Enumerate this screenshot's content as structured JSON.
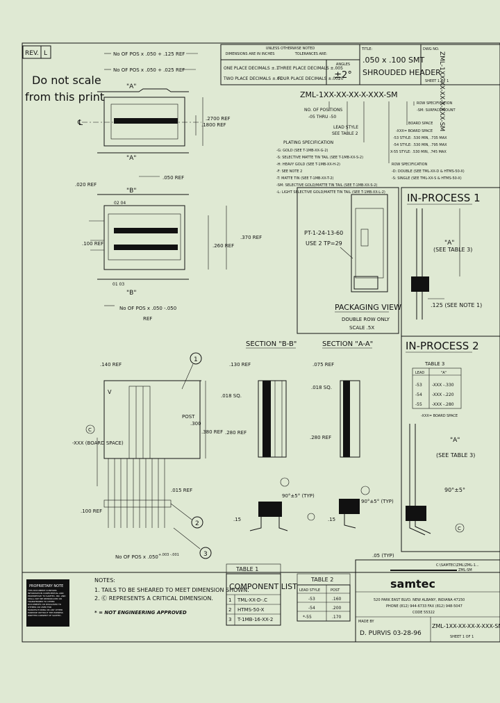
{
  "title_block": {
    "rev_label": "REV.",
    "rev_value": "L",
    "tol_header_1": "UNLESS OTHERWISE NOTED",
    "tol_header_2": "DIMENSIONS ARE IN INCHES",
    "tol_header_3": "TOLERANCES ARE:",
    "angles_label": "ANGLES",
    "angles_value": "±2°",
    "two_place": "TWO PLACE DECIMALS ±.01",
    "one_place": "ONE PLACE DECIMALS ±.1",
    "three_place": "THREE PLACE DECIMALS ±.005",
    "four_place": "FOUR PLACE DECIMALS ±.0020",
    "title_label": "TITLE:",
    "title_line1": ".050 x .100 SMT",
    "title_line2": "SHROUDED HEADER",
    "dwg_label": "DWG NO.",
    "dwg_no": "ZML-1XX-XX-XX-X-XXX-SM",
    "sheet_info": "SHEET 1 OF 1"
  },
  "dont_scale": [
    "Do not scale",
    "from this print"
  ],
  "part_number": {
    "code": "ZML-1XX-XX-XX-X-XXX-SM",
    "no_of_pos_label": "NO. OF POSITIONS",
    "no_of_pos_range": "-05 THRU -50",
    "lead_style_label": "LEAD STYLE",
    "lead_style_ref": "SEE TABLE 2",
    "plating_label": "PLATING SPECIFICATION",
    "plating": [
      "-G: GOLD (SEE T-1MB-XX-G-2)",
      "-S: SELECTIVE MATTE TIN TAIL (SEE T-1MB-XX-S-2)",
      "-H: HEAVY GOLD (SEE T-1MB-XX-H-2)",
      "-F: SEE NOTE 2",
      "-T: MATTE TIN (SEE T-1MB-XX-T-2)",
      "-SM: SELECTIVE GOLD/MATTE TIN TAIL (SEE T-1MB-XX-S-2)",
      "-L: LIGHT SELECTIVE GOLD/MATTE TIN TAIL (SEE T-1MB-XX-L-2)"
    ],
    "row_spec_label": "ROW SPECIFICATION",
    "row_spec": [
      "-D: DOUBLE (SEE TML-XX-D & HTMS-50-X)",
      "-S: SINGLE (SEE TML-XX-S & HTMS-50-X)"
    ],
    "surface_label": "ROW SPECIFICATION",
    "surface_value": "-SM: SURFACE MOUNT",
    "board_space_label": "BOARD SPACE",
    "board_space": [
      "-XXX= BOARD SPACE",
      "-53 STYLE: .530 MIN, .735 MAX",
      "-54 STYLE: .530 MIN, .795 MAX",
      "X-55 STYLE: .530 MIN, .745 MAX"
    ]
  },
  "top_view": {
    "dim_top1": "No OF POS x .050 + .125 REF",
    "dim_top2": "No OF POS x .050 + .025 REF",
    "section_a": "\"A\"",
    "dim_270": ".2700 REF",
    "dim_180": ".1800 REF",
    "cl": "℄"
  },
  "bottom_view": {
    "dim_020": ".020 REF",
    "dim_050": ".050 REF",
    "section_b": "\"B\"",
    "pin_labels_top": "02  04",
    "pin_labels_bot": "01  03",
    "dim_100": ".100 REF",
    "dim_370": ".370 REF",
    "dim_260": ".260 REF",
    "dim_bottom": "No OF POS x .050 -.050",
    "dim_bottom_ref": "REF"
  },
  "packaging": {
    "part": "PT-1-24-13-60",
    "use": "USE 2 TP=29",
    "title": "PACKAGING VIEW",
    "sub1": "DOUBLE ROW ONLY",
    "sub2": "SCALE .5X"
  },
  "in_process_1": {
    "title": "IN-PROCESS 1",
    "dim_a": "\"A\"",
    "see_table": "(SEE TABLE 3)",
    "dim_125": ".125 (SEE NOTE 1)"
  },
  "in_process_2": {
    "title": "IN-PROCESS 2",
    "table3_title": "TABLE 3",
    "table3_headers": [
      "LEAD",
      "\"A\""
    ],
    "table3_rows": [
      [
        "-53",
        "-XXX -.330"
      ],
      [
        "-54",
        "-XXX -.220"
      ],
      [
        "-55",
        "-XXX -.280"
      ]
    ],
    "table3_note": "-XXX= BOARD SPACE",
    "dim_a": "\"A\"",
    "see_table": "(SEE TABLE 3)",
    "angle": "90°±5°"
  },
  "side_view": {
    "dim_140": ".140 REF",
    "dim_v": "V",
    "dim_post": "POST",
    "dim_300": ".300",
    "dim_380": ".380 REF",
    "dim_015": ".015 REF",
    "dim_100": ".100 REF",
    "board_space": "-XXX (BOARD SPACE)",
    "dim_bottom": "No OF POS x .050",
    "dim_tol": "+.003 -.001",
    "balloons": [
      "1",
      "2",
      "3"
    ],
    "crit": "C"
  },
  "section_bb": {
    "title": "SECTION \"B-B\"",
    "dim_130": ".130 REF",
    "dim_018": ".018 SQ.",
    "dim_280": ".280 REF",
    "dim_15": ".15",
    "angle": "90°±5° (TYP)"
  },
  "section_aa": {
    "title": "SECTION \"A-A\"",
    "dim_075": ".075 REF",
    "dim_018": ".018 SQ.",
    "dim_280": ".280 REF",
    "dim_15": ".15",
    "angle": "90°±5° (TYP)",
    "dim_05": ".05 (TYP)"
  },
  "proprietary": {
    "title": "PROPRIETARY NOTE",
    "body": "THIS DOCUMENT CONTAINS INFORMATION CONFIDENTIAL AND PROPRIETARY TO SAMTEC, INC. AND SHALL NOT BE REPRODUCED OR TRANSFERRED TO OTHER DOCUMENTS OR DISCLOSED TO OTHERS OR USED FOR MANUFACTURING OR ANY OTHER PURPOSE WITHOUT THE EXPRESS WRITTEN CONSENT OF SAMTEC."
  },
  "notes": {
    "title": "NOTES:",
    "n1": "1. TAILS TO BE SHEARED TO MEET DIMENSION SHOWN.",
    "n2": "2. Ⓒ REPRESENTS A CRITICAL DIMENSION.",
    "not_eng": "* = NOT ENGINEERING APPROVED"
  },
  "table1": {
    "title": "TABLE 1",
    "header": "COMPONENT LIST",
    "rows": [
      [
        "1",
        "TML-XX-D-.C"
      ],
      [
        "2",
        "HTMS-50-X"
      ],
      [
        "3",
        "T-1MB-16-XX-2"
      ]
    ]
  },
  "table2": {
    "title": "TABLE 2",
    "headers": [
      "LEAD STYLE",
      "POST"
    ],
    "rows": [
      [
        "-53",
        ".160"
      ],
      [
        "-54",
        ".200"
      ],
      [
        "*-55",
        ".170"
      ]
    ]
  },
  "company": {
    "logo": "samtec",
    "file_path": "C:\\SAMTEC\\ZML\\ZML-1...",
    "sub_path": "ZML-SM",
    "address": "520 PARK EAST BLVD.   NEW ALBANY, INDIANA 47150",
    "phone": "PHONE (812) 944-6733  FAX (812) 948-5047",
    "code": "CODE 55322",
    "made_by_label": "MADE BY",
    "made_by": "D. PURVIS  03-28-96",
    "dwg_no": "ZML-1XX-XX-XX-X-XXX-SM",
    "sheet": "SHEET 1 OF 1"
  }
}
